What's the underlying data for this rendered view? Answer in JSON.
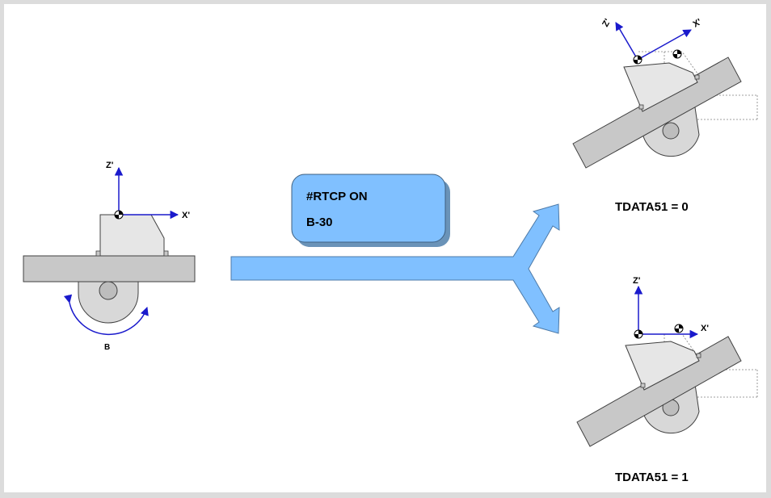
{
  "colors": {
    "axis": "#1a1acc",
    "arrow_fill": "#80c0ff",
    "arrow_stroke": "#4d7aa8",
    "table": "#c8c8c8",
    "part": "#e6e6e6",
    "outline": "#404040",
    "frame": "#dcdcdc"
  },
  "command_box": {
    "line1": "#RTCP ON",
    "line2": "B-30"
  },
  "left_machine": {
    "z_label": "Z'",
    "x_label": "X'",
    "rotation_label": "B"
  },
  "top_result": {
    "z_label": "Z'",
    "x_label": "X'",
    "caption": "TDATA51 = 0"
  },
  "bottom_result": {
    "z_label": "Z'",
    "x_label": "X'",
    "caption": "TDATA51 = 1"
  },
  "icons": [
    "origin-marker-icon",
    "rotation-arrow-icon",
    "axis-arrow-icon"
  ]
}
